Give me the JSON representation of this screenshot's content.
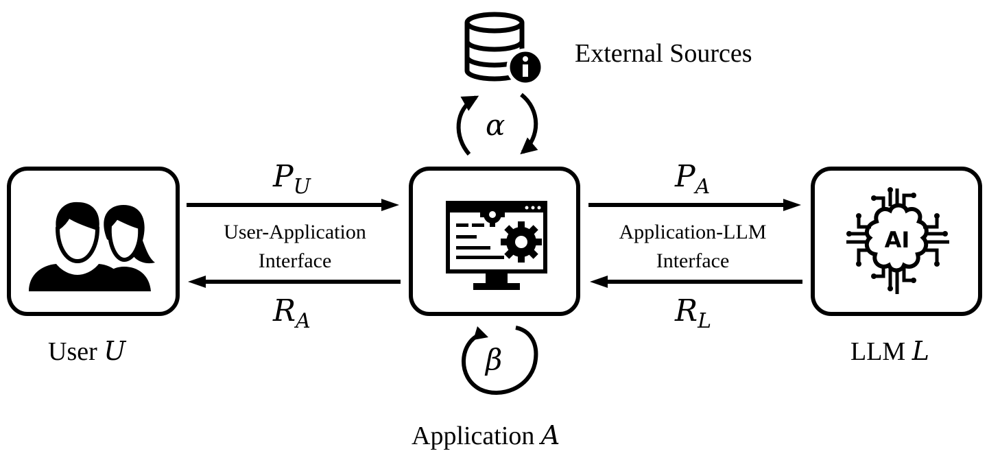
{
  "nodes": {
    "user": {
      "label": "User ",
      "var": "U"
    },
    "application": {
      "label": "Application ",
      "var": "A"
    },
    "llm": {
      "label": "LLM ",
      "var": "L"
    },
    "external": {
      "label": "External Sources"
    }
  },
  "edges": {
    "prompt_user": {
      "sym": "P",
      "sub": "U"
    },
    "response_app": {
      "sym": "R",
      "sub": "A"
    },
    "prompt_app": {
      "sym": "P",
      "sub": "A"
    },
    "response_llm": {
      "sym": "R",
      "sub": "L"
    },
    "loop_external": {
      "sym": "α"
    },
    "loop_self": {
      "sym": "β"
    }
  },
  "interfaces": {
    "user_app": {
      "line1": "User-Application",
      "line2": "Interface"
    },
    "app_llm": {
      "line1": "Application-LLM",
      "line2": "Interface"
    }
  },
  "icons": [
    "users-icon",
    "computer-gear-icon",
    "ai-chip-icon",
    "database-info-icon"
  ]
}
